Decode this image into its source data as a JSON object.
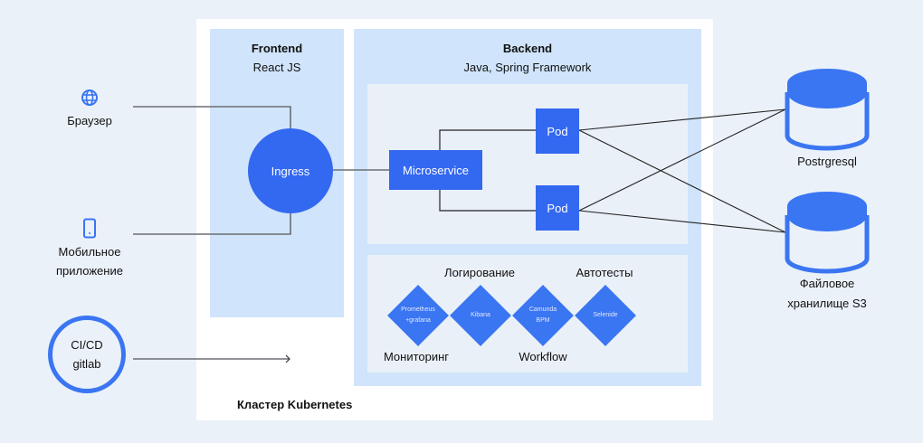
{
  "colors": {
    "background": "#EAF1F9",
    "cluster": "#FFFFFF",
    "panel": "#D0E4FB",
    "inner_box": "#EAF0F8",
    "accent": "#3368F0",
    "diamond": "#3A75F2",
    "connector": "#6B6F75"
  },
  "clients": {
    "browser": {
      "icon": "globe-icon",
      "label": "Браузер"
    },
    "mobile": {
      "icon": "smartphone-icon",
      "label_line1": "Мобильное",
      "label_line2": "приложение"
    },
    "cicd": {
      "line1": "CI/CD",
      "line2": "gitlab"
    }
  },
  "cluster": {
    "label": "Кластер Kubernetes"
  },
  "frontend": {
    "title": "Frontend",
    "subtitle": "React JS",
    "ingress": "Ingress"
  },
  "backend": {
    "title": "Backend",
    "subtitle": "Java, Spring Framework",
    "microservice": "Microservice",
    "pods": [
      "Pod",
      "Pod"
    ],
    "tools": {
      "top_labels": [
        "Логирование",
        "Автотесты"
      ],
      "bottom_labels": [
        "Мониторинг",
        "Workflow"
      ],
      "diamonds": [
        {
          "line1": "Prometheus",
          "line2": "+grafana"
        },
        {
          "line1": "Kibana",
          "line2": ""
        },
        {
          "line1": "Camunda",
          "line2": "BPM"
        },
        {
          "line1": "Selenide",
          "line2": ""
        }
      ]
    }
  },
  "storage": {
    "postgres": {
      "label": "Postrgresql"
    },
    "s3": {
      "label_line1": "Файловое",
      "label_line2": "хранилище S3"
    }
  }
}
